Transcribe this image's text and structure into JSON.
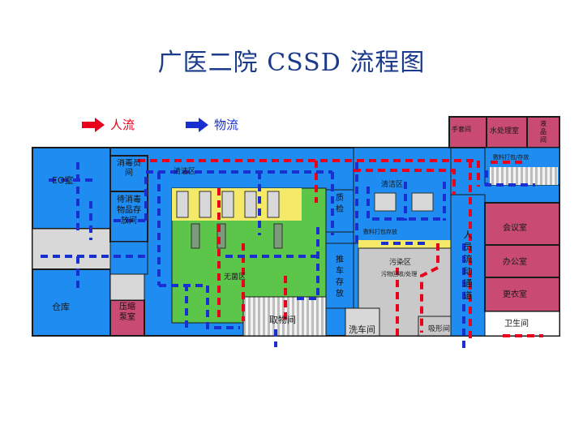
{
  "title": "广医二院 CSSD 流程图",
  "legend": {
    "person_flow": "人流",
    "goods_flow": "物流"
  },
  "colors": {
    "title": "#1a3a8c",
    "blue_zone": "#1e8cf0",
    "green_zone": "#5cc64a",
    "grey_zone": "#c9c9c9",
    "pink_zone": "#c94a72",
    "person_arrow": "#e8001c",
    "goods_arrow": "#1a2fd0"
  },
  "rooms": {
    "eo": "EO室",
    "disinfector": "消毒员间",
    "storage_pre": "待消毒物品存放间",
    "clean_area_left": "清洁区",
    "sterile_area": "无菌区",
    "warehouse": "仓库",
    "compressor": "压缩泵室",
    "pickup": "取物间",
    "cart_storage": "推车存放",
    "quality": "质检",
    "clean_area_right": "清洁区",
    "pack_area": "敷料打包存放",
    "dirty_area": "污染区",
    "dirty_sub": "污物回收/处理",
    "car_wash": "洗车间",
    "shadow": "吸形间",
    "staff_channel": "人员流动通道",
    "hand_wash": "手套间",
    "water_room": "水处理室",
    "liquid_room": "液品间",
    "dressing_room": "敷料打包/存放",
    "meeting": "会议室",
    "office": "办公室",
    "locker": "更衣室",
    "toilet": "卫生间"
  }
}
